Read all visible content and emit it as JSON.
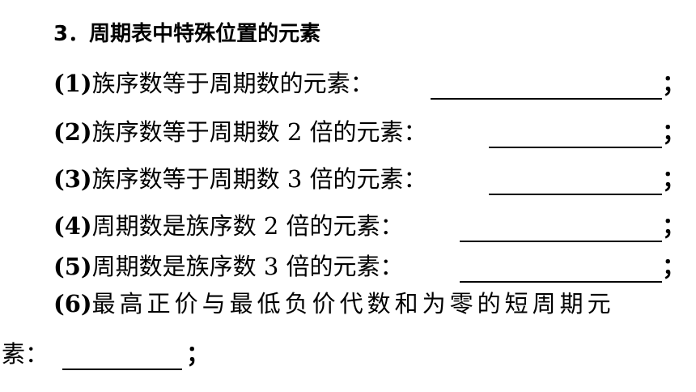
{
  "title": "3．周期表中特殊位置的元素",
  "questions": [
    {
      "num": "(1)",
      "text": "族序数等于周期数的元素："
    },
    {
      "num": "(2)",
      "text": "族序数等于周期数 2 倍的元素："
    },
    {
      "num": "(3)",
      "text": "族序数等于周期数 3 倍的元素："
    },
    {
      "num": "(4)",
      "text": "周期数是族序数 2 倍的元素："
    },
    {
      "num": "(5)",
      "text": "周期数是族序数 3 倍的元素："
    },
    {
      "num": "(6)",
      "text": "最高正价与最低负价代数和为零的短周期元",
      "continuation": "素："
    }
  ],
  "separator": "；"
}
